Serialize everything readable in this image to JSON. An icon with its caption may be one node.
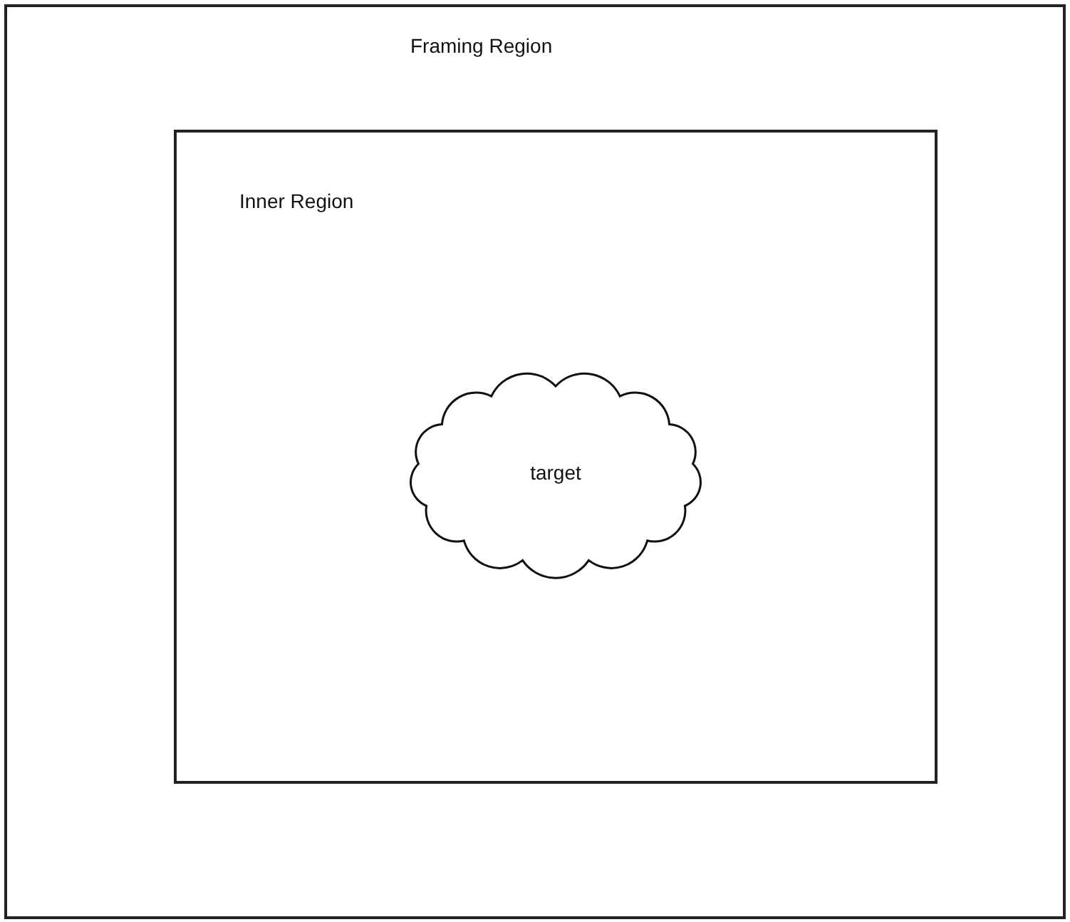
{
  "diagram": {
    "nodes": [
      {
        "text": [
          "Framing Region"
        ]
      },
      {
        "text": [
          "Inner Region"
        ],
        "in": 0
      },
      {
        "text": [
          "target"
        ],
        "in": 1
      }
    ]
  }
}
